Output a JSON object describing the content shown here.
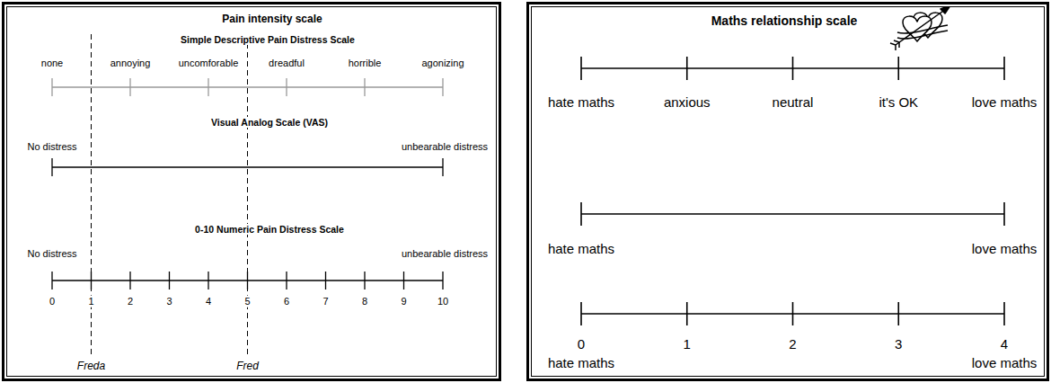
{
  "diagram": {
    "nodes": [
      {
        "text": [
          "Pain intensity scale"
        ]
      },
      {
        "text": [
          "Maths relationship scale"
        ]
      }
    ],
    "labels": [
      "Simple Descriptive Pain Distress Scale",
      "none",
      "annoying",
      "uncomforable",
      "dreadful",
      "horrible",
      "agonizing",
      "Visual Analog Scale (VAS)",
      "No distress",
      "unbearable distress",
      "0-10 Numeric Pain Distress Scale",
      "No distress",
      "unbearable distress",
      "0",
      "1",
      "2",
      "3",
      "4",
      "5",
      "6",
      "7",
      "8",
      "9",
      "10",
      "Freda",
      "Fred",
      "hate maths",
      "anxious",
      "neutral",
      "it's OK",
      "love maths",
      "hate maths",
      "love maths",
      "0",
      "1",
      "2",
      "3",
      "4",
      "hate maths",
      "love maths"
    ]
  }
}
